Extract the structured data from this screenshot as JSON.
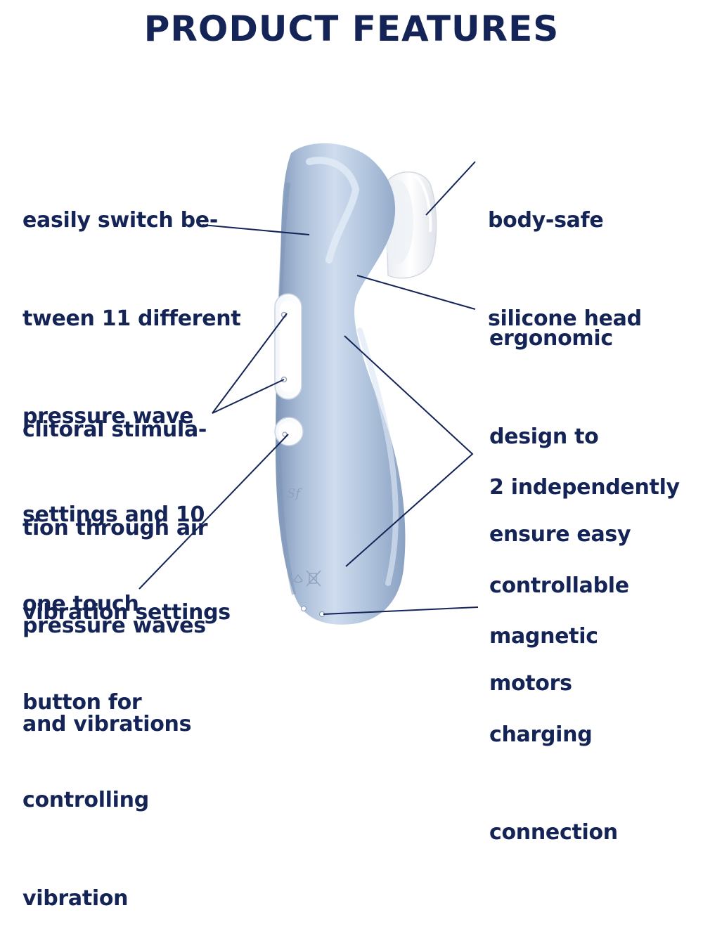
{
  "title": "PRODUCT FEATURES",
  "colors": {
    "heading": "#152457",
    "product_body": "#a9bdd8",
    "product_highlight": "#e4edf8",
    "product_shadow": "#7f96b8",
    "buttons": "#ffffff",
    "head_cap": "#ffffff"
  },
  "features_left": [
    {
      "id": "pressure-settings",
      "lines": [
        "easily switch be-",
        "tween 11 different",
        "pressure wave",
        "settings and 10",
        "vibration settings"
      ]
    },
    {
      "id": "air-pressure",
      "lines": [
        "clitoral stimula-",
        "tion through air",
        "pressure waves",
        "and vibrations"
      ]
    },
    {
      "id": "one-touch",
      "lines": [
        "one touch",
        "button for",
        "controlling",
        "vibration"
      ]
    }
  ],
  "features_right": [
    {
      "id": "silicone-head",
      "lines": [
        "body-safe",
        "silicone head"
      ]
    },
    {
      "id": "ergonomic",
      "lines": [
        "ergonomic",
        "design to",
        "ensure easy"
      ]
    },
    {
      "id": "motors",
      "lines": [
        "2 independently",
        "controllable",
        "motors"
      ]
    },
    {
      "id": "magnetic",
      "lines": [
        "magnetic",
        "charging",
        "connection"
      ]
    }
  ],
  "product": {
    "logo_mark": "logo-mark-icon",
    "symbols": [
      "recycle-symbol-icon",
      "crossed-bin-icon"
    ],
    "charging_contacts": 2
  }
}
